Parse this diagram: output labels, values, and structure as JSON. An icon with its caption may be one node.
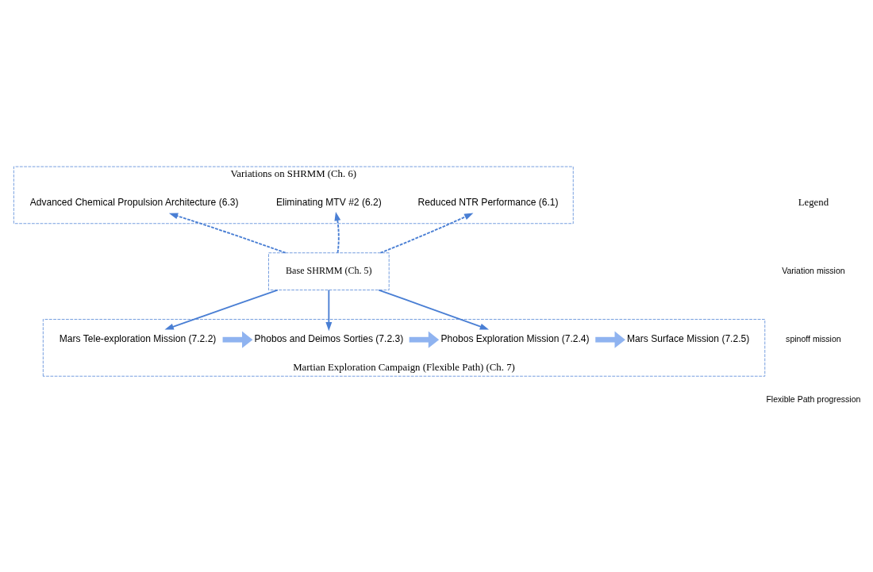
{
  "diagram": {
    "nodes": [
      {
        "text": [
          "Variations on SHRMM (Ch. 6)"
        ]
      },
      {
        "text": [
          "Reduced NTR Performance (6.1)"
        ],
        "in": 0
      },
      {
        "text": [
          "Eliminating MTV #2 (6.2)"
        ],
        "in": 0
      },
      {
        "text": [
          "Advanced Chemical Propulsion Architecture (6.3)"
        ],
        "in": 0
      },
      {
        "text": [
          "Base SHRMM (Ch. 5)"
        ]
      },
      {
        "text": [
          "Martian Exploration Campaign (Flexible Path) (Ch. 7)"
        ]
      },
      {
        "text": [
          "Mars Tele-exploration Mission (7.2.2)"
        ],
        "in": 5
      },
      {
        "text": [
          "Phobos and Deimos Sorties (7.2.3)"
        ],
        "in": 5
      },
      {
        "text": [
          "Phobos Exploration Mission (7.2.4)"
        ],
        "in": 5
      },
      {
        "text": [
          "Mars Surface Mission (7.2.5)"
        ],
        "in": 5
      }
    ],
    "edges": [
      {
        "from": 4,
        "to": 1,
        "arrow": "to",
        "style": "dashed"
      },
      {
        "from": 4,
        "to": 2,
        "arrow": "to",
        "style": "dashed"
      },
      {
        "from": 4,
        "to": 3,
        "arrow": "to",
        "style": "dashed"
      },
      {
        "from": 4,
        "to": 6,
        "arrow": "to"
      },
      {
        "from": 4,
        "to": 7,
        "arrow": "to"
      },
      {
        "from": 4,
        "to": 8,
        "arrow": "to"
      },
      {
        "from": 6,
        "to": 7,
        "arrow": "to",
        "style": "thick"
      },
      {
        "from": 7,
        "to": 8,
        "arrow": "to",
        "style": "thick"
      },
      {
        "from": 8,
        "to": 9,
        "arrow": "to",
        "style": "thick"
      }
    ],
    "labels": [
      "Legend"
    ],
    "legend": [
      {
        "text": "Variation mission"
      },
      {
        "text": "spinoff mission"
      },
      {
        "text": "Flexible Path progression"
      }
    ]
  }
}
